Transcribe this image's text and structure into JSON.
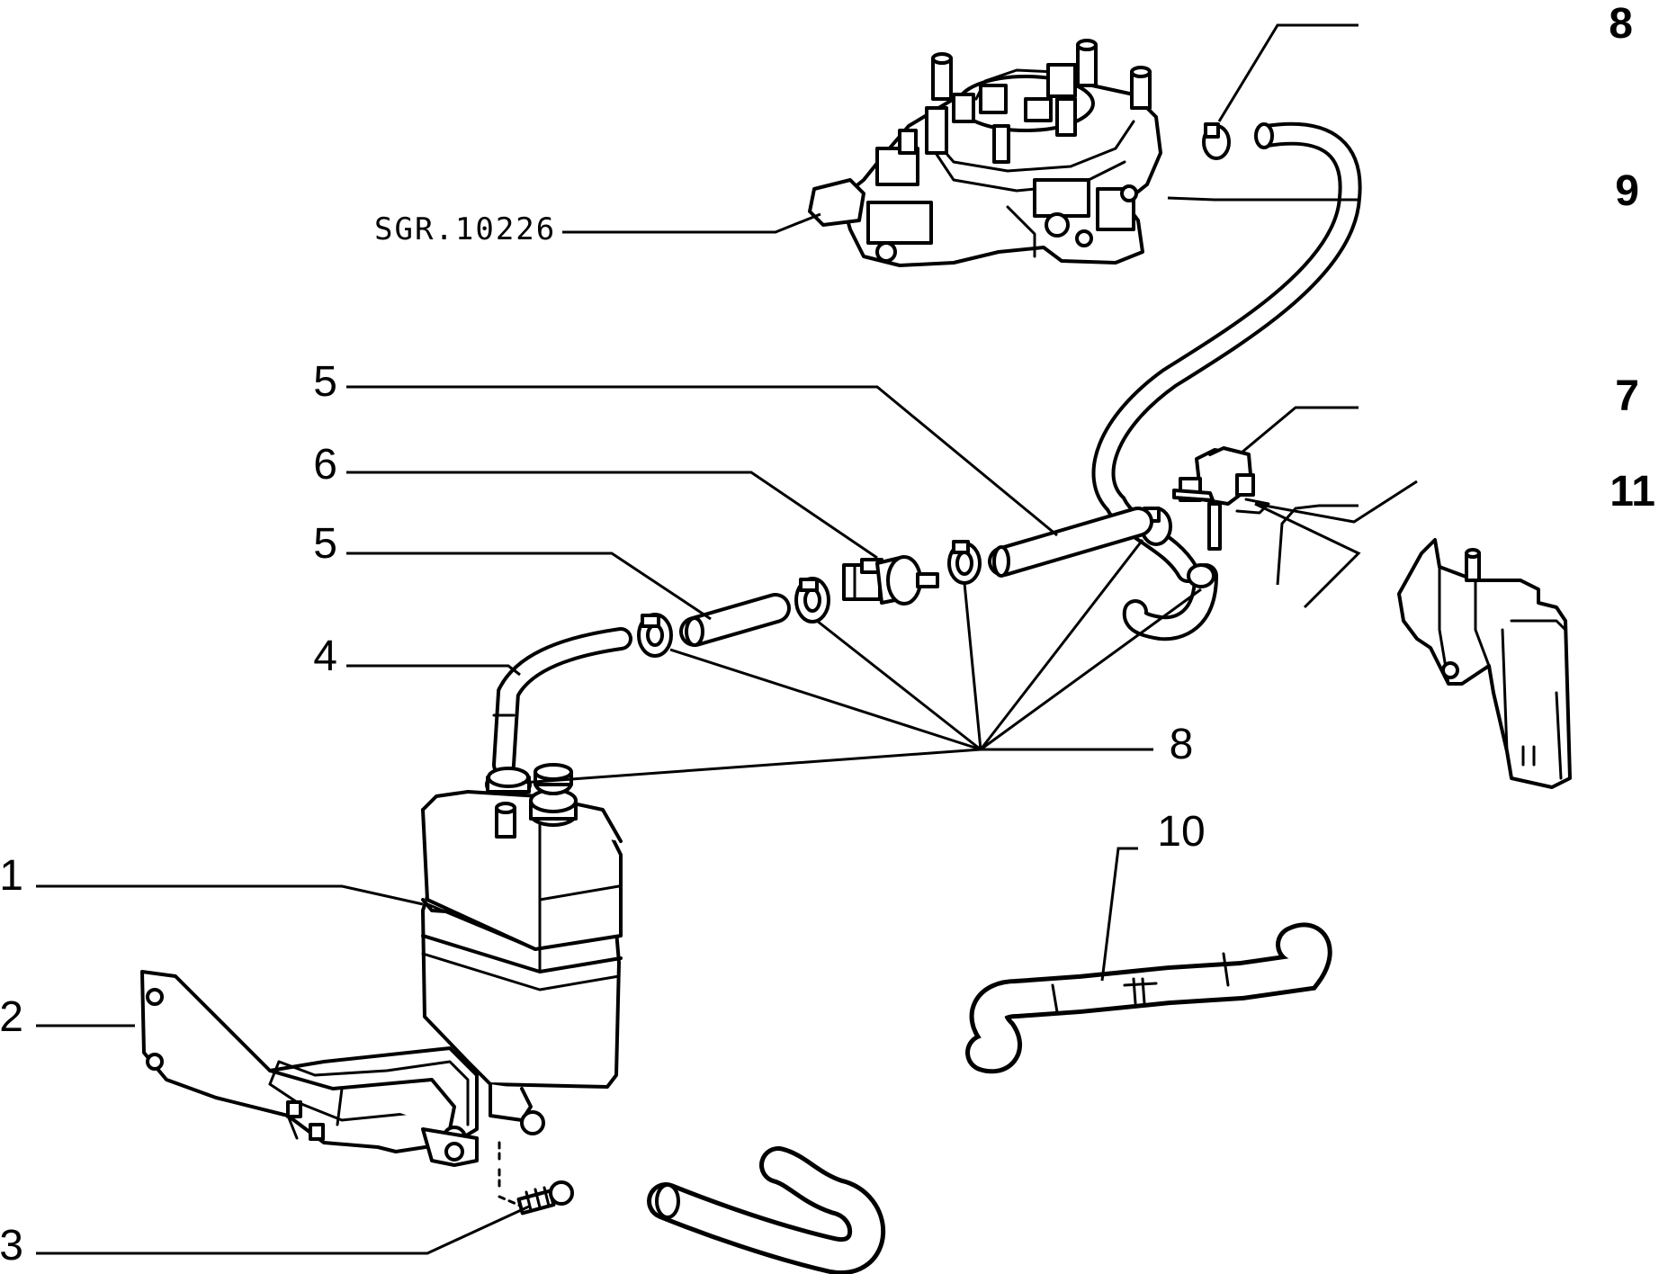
{
  "drawing": {
    "reference_code": "SGR.10226"
  },
  "callouts": [
    {
      "id": "c1",
      "label": "1",
      "style": "regular"
    },
    {
      "id": "c2",
      "label": "2",
      "style": "regular"
    },
    {
      "id": "c3",
      "label": "3",
      "style": "regular"
    },
    {
      "id": "c4",
      "label": "4",
      "style": "regular"
    },
    {
      "id": "c5a",
      "label": "5",
      "style": "regular"
    },
    {
      "id": "c5b",
      "label": "5",
      "style": "regular"
    },
    {
      "id": "c6",
      "label": "6",
      "style": "regular"
    },
    {
      "id": "c7",
      "label": "7",
      "style": "bold"
    },
    {
      "id": "c8a",
      "label": "8",
      "style": "bold"
    },
    {
      "id": "c8b",
      "label": "8",
      "style": "regular"
    },
    {
      "id": "c9",
      "label": "9",
      "style": "bold"
    },
    {
      "id": "c10",
      "label": "10",
      "style": "regular"
    },
    {
      "id": "c11",
      "label": "11",
      "style": "bold"
    }
  ]
}
